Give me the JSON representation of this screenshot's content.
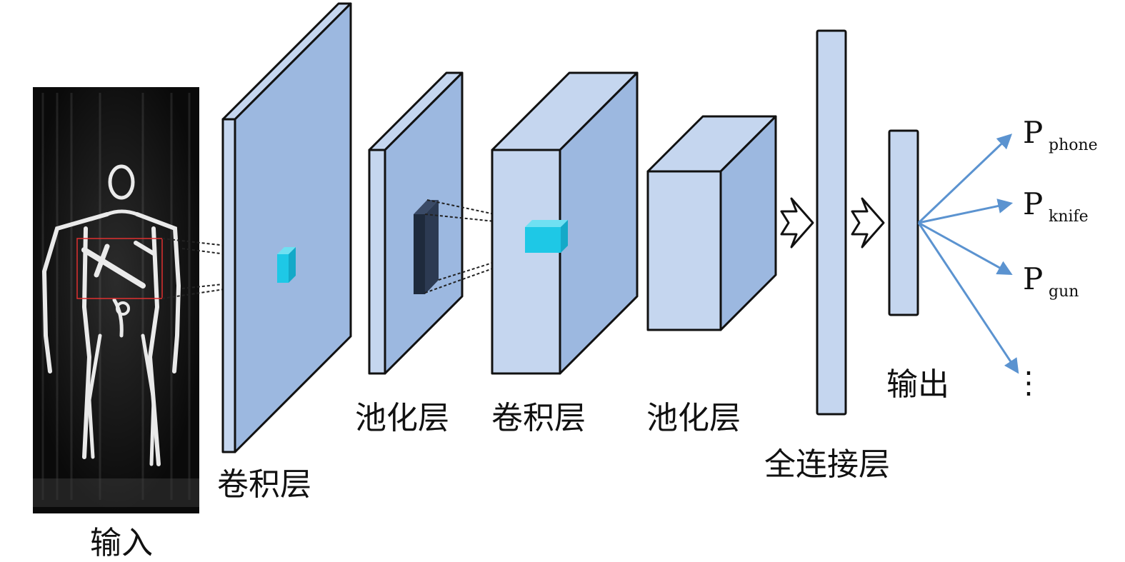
{
  "labels": {
    "input": "输入",
    "conv1": "卷积层",
    "pool1": "池化层",
    "conv2": "卷积层",
    "pool2": "池化层",
    "fc": "全连接层",
    "output": "输出"
  },
  "outputs": [
    {
      "symbol": "P",
      "sub": "phone"
    },
    {
      "symbol": "P",
      "sub": "knife"
    },
    {
      "symbol": "P",
      "sub": "gun"
    }
  ],
  "ellipsis": "⋮",
  "colors": {
    "face_dark": "#9cb8e0",
    "face_light": "#c5d6ef",
    "edge": "#111111",
    "kernel": "#1ec8e6",
    "arrow": "#5b93d0",
    "highlight_box": "#e03030",
    "feature_block": "#1e2a3c"
  }
}
